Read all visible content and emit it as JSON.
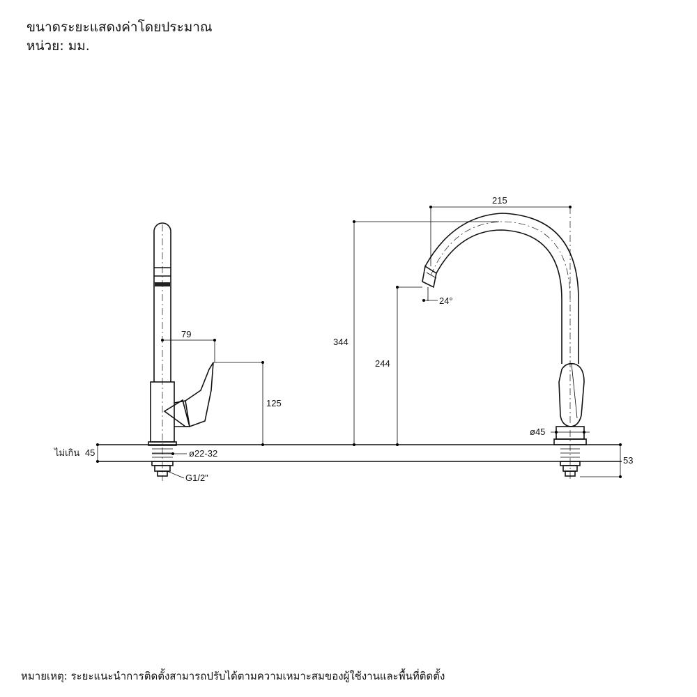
{
  "header": {
    "line1": "ขนาดระยะแสดงค่าโดยประมาณ",
    "line2": "หน่วย: มม."
  },
  "dimensions": {
    "d79": "79",
    "d125": "125",
    "d45_max_prefix": "ไม่เกิน",
    "d45_max": "45",
    "d22_32": "ø22-32",
    "thread": "G1/2\"",
    "d215": "215",
    "d344": "344",
    "d244": "244",
    "d24deg": "24°",
    "d45_dia": "ø45",
    "d53": "53"
  },
  "footer": {
    "note": "หมายเหตุ: ระยะแนะนำการติดตั้งสามารถปรับได้ตามความเหมาะสมของผู้ใช้งานและพื้นที่ติดตั้ง"
  }
}
